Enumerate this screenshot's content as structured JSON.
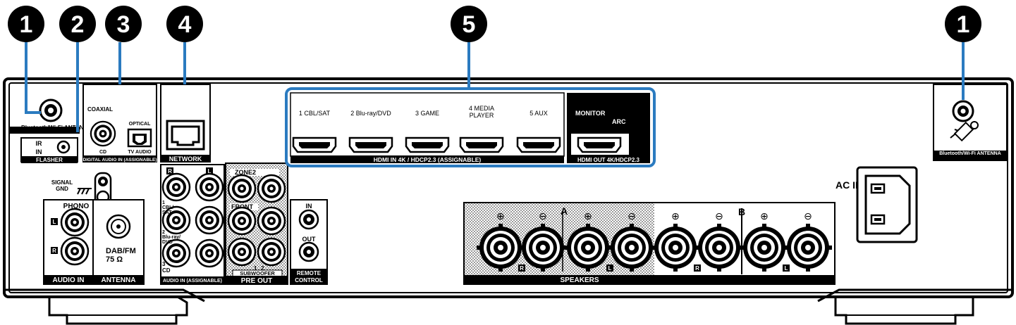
{
  "callouts": {
    "n1": "1",
    "n2": "2",
    "n3": "3",
    "n4": "4",
    "n5": "5",
    "n1b": "1"
  },
  "colors": {
    "callout_line": "#2b7bc0",
    "hdmi_group_border": "#2b7bc0",
    "panel_ink": "#000000"
  },
  "labels": {
    "bt_antenna_left": "Bluetooth/Wi-Fi ANTENNA",
    "ir": "IR",
    "in": "IN",
    "flasher": "FLASHER",
    "coaxial": "COAXIAL",
    "optical": "OPTICAL",
    "cd": "CD",
    "tv_audio": "TV AUDIO",
    "digital_audio_in": "DIGITAL AUDIO IN (ASSIGNABLE)",
    "network": "NETWORK",
    "signal": "SIGNAL",
    "gnd": "GND",
    "phono": "PHONO",
    "audio_in": "AUDIO IN",
    "dab_fm": "DAB/FM",
    "ohm": "75 Ω",
    "antenna": "ANTENNA",
    "r": "R",
    "l": "L",
    "in1a": "1",
    "in1b": "CBL/",
    "in1c": "SAT",
    "in2a": "2",
    "in2b": "Blu-ray/",
    "in2c": "DVD",
    "in3a": "3",
    "in3b": "CD",
    "audio_in_assignable": "AUDIO IN (ASSIGNABLE)",
    "zone2": "ZONE2",
    "front": "FRONT",
    "sub1": "1",
    "sub2": "2",
    "subwoofer": "SUBWOOFER",
    "pre_out": "PRE OUT",
    "remote_in": "IN",
    "remote_out": "OUT",
    "remote": "REMOTE",
    "control": "CONTROL",
    "hdmi1": "1 CBL/SAT",
    "hdmi2": "2 Blu-ray/DVD",
    "hdmi3": "3 GAME",
    "hdmi4a": "4 MEDIA",
    "hdmi4b": "PLAYER",
    "hdmi5": "5 AUX",
    "hdmi_in": "HDMI IN 4K / HDCP2.3 (ASSIGNABLE)",
    "monitor": "MONITOR",
    "arc": "ARC",
    "hdmi_out": "HDMI OUT 4K/HDCP2.3",
    "speakers": "SPEAKERS",
    "a": "A",
    "b": "B",
    "plus": "⊕",
    "minus": "⊖",
    "ac_in": "AC IN",
    "bt_antenna_right": "Bluetooth/Wi-Fi ANTENNA"
  }
}
